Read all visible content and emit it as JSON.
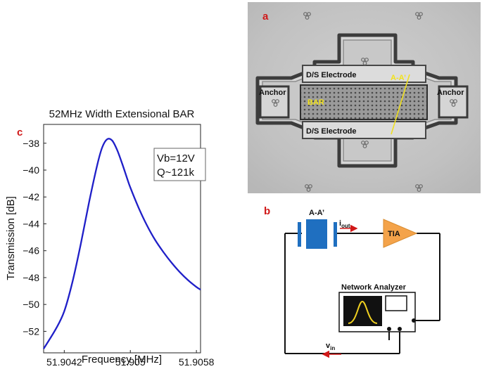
{
  "panels": {
    "a": {
      "letter": "a",
      "labels": {
        "ds_top": "D/S Electrode",
        "ds_bottom": "D/S Electrode",
        "anchor_left": "Anchor",
        "anchor_right": "Anchor",
        "bar": "BAR",
        "cut": "A-A’"
      }
    },
    "b": {
      "letter": "b",
      "device_label": "A-A’",
      "i_out": "i",
      "i_out_sub": "out",
      "tia": "TIA",
      "network_analyzer": "Network Analyzer",
      "v_in": "v",
      "v_in_sub": "in"
    },
    "c": {
      "letter": "c"
    }
  },
  "chart_data": {
    "type": "line",
    "title": "52MHz Width Extensional BAR",
    "xlabel": "Frequency [MHz]",
    "ylabel": "Transmission [dB]",
    "xlim": [
      51.90395,
      51.90585
    ],
    "ylim": [
      -53.6,
      -36.6
    ],
    "xticks": [
      51.9042,
      51.905,
      51.9058
    ],
    "xtick_labels": [
      "51.9042",
      "51.905",
      "51.9058"
    ],
    "yticks": [
      -38,
      -40,
      -42,
      -44,
      -46,
      -48,
      -50,
      -52
    ],
    "ytick_labels": [
      "−38",
      "−40",
      "−42",
      "−44",
      "−46",
      "−48",
      "−50",
      "−52"
    ],
    "annotation": [
      "Vb=12V",
      "Q~121k"
    ],
    "grid": false,
    "series": [
      {
        "color": "#1f1fc8",
        "x": [
          51.90395,
          51.9041,
          51.9042,
          51.9043,
          51.9044,
          51.9045,
          51.9046,
          51.90466,
          51.90472,
          51.90478,
          51.90484,
          51.9049,
          51.90496,
          51.905,
          51.9051,
          51.9052,
          51.9053,
          51.9054,
          51.9055,
          51.9056,
          51.9057,
          51.9058,
          51.90585
        ],
        "y": [
          -53.3,
          -51.8,
          -50.5,
          -48.3,
          -45.5,
          -42.4,
          -39.6,
          -38.3,
          -37.7,
          -37.8,
          -38.5,
          -39.5,
          -40.6,
          -41.3,
          -42.8,
          -44.1,
          -45.2,
          -46.1,
          -46.9,
          -47.6,
          -48.2,
          -48.7,
          -48.9
        ]
      }
    ]
  }
}
